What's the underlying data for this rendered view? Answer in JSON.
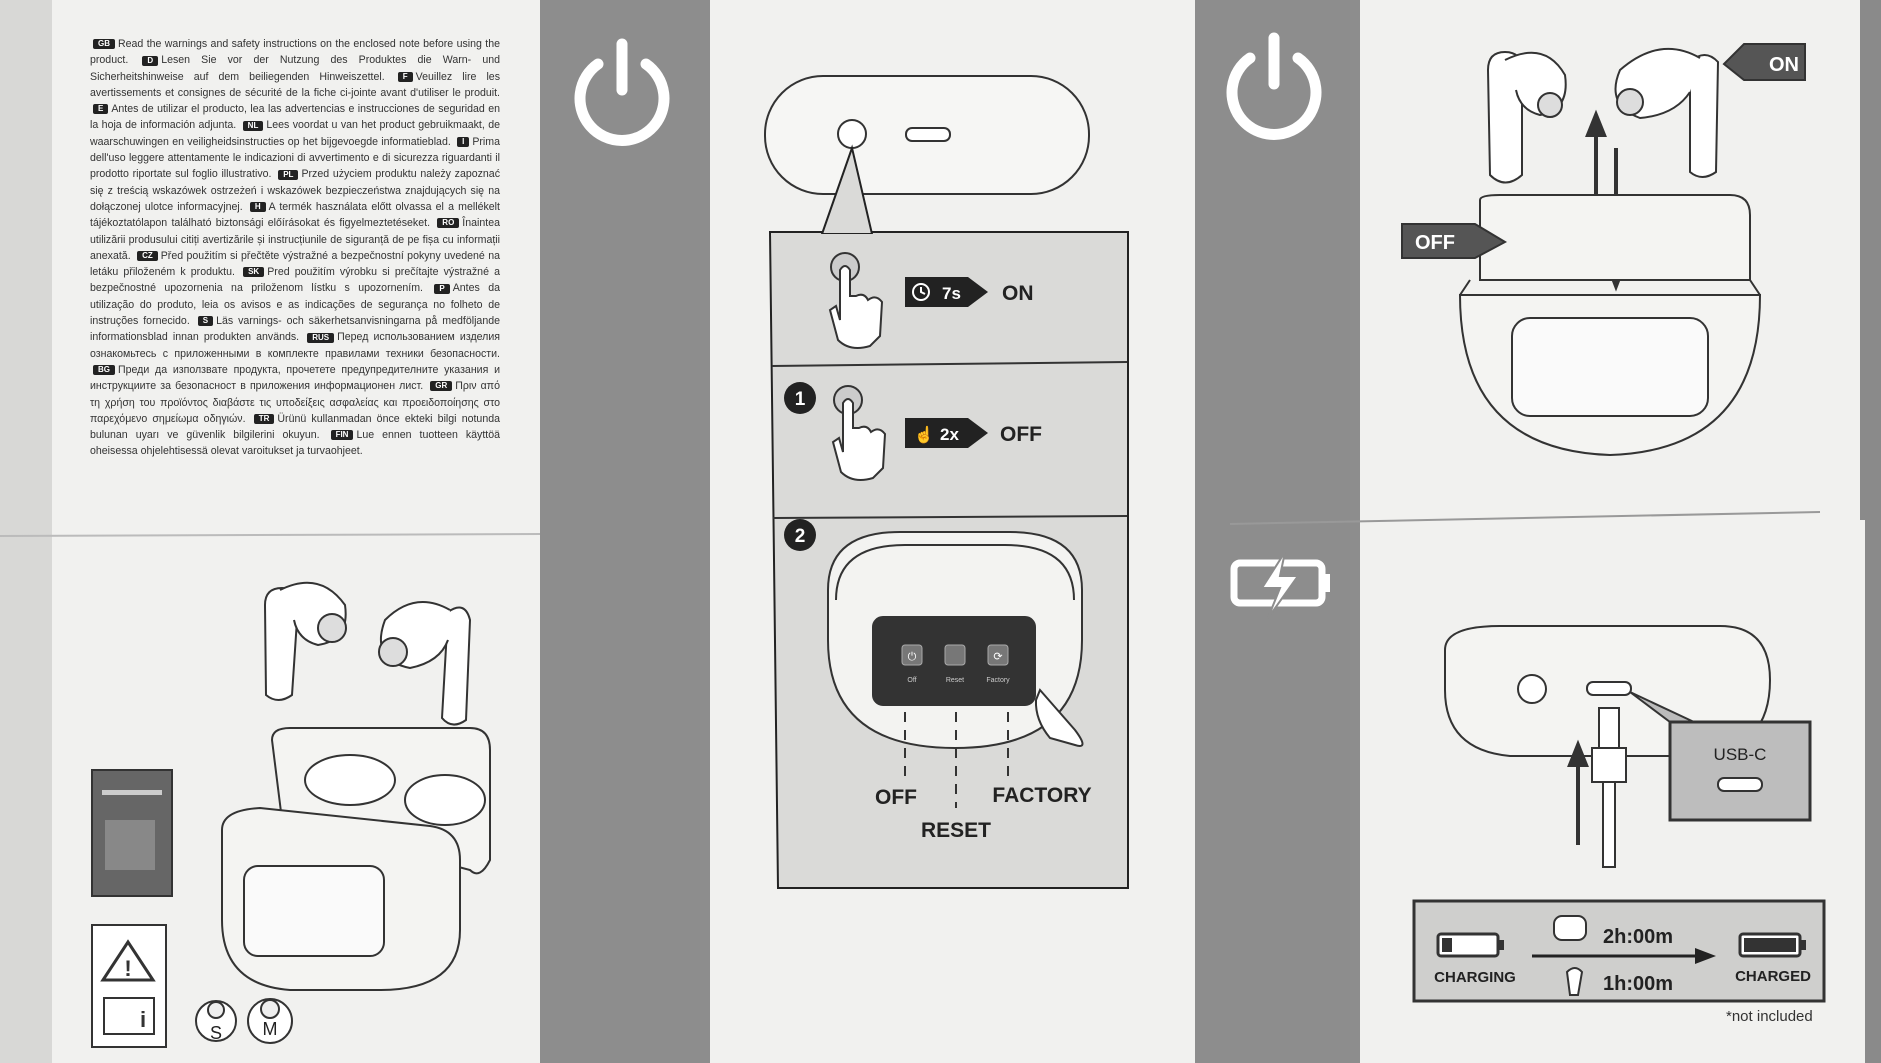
{
  "safety_text": [
    {
      "code": "GB",
      "text": "Read the warnings and safety instructions on the enclosed note before using the product."
    },
    {
      "code": "D",
      "text": "Lesen Sie vor der Nutzung des Produktes die Warn- und Sicherheitshinweise auf dem beiliegenden Hinweiszettel."
    },
    {
      "code": "F",
      "text": "Veuillez lire les avertissements et consignes de sécurité de la fiche ci-jointe avant d'utiliser le produit."
    },
    {
      "code": "E",
      "text": "Antes de utilizar el producto, lea las advertencias e instrucciones de seguridad en la hoja de información adjunta."
    },
    {
      "code": "NL",
      "text": "Lees voordat u van het product gebruikmaakt, de waarschuwingen en veiligheidsinstructies op het bijgevoegde informatieblad."
    },
    {
      "code": "I",
      "text": "Prima dell'uso leggere attentamente le indicazioni di avvertimento e di sicurezza riguardanti il prodotto riportate sul foglio illustrativo."
    },
    {
      "code": "PL",
      "text": "Przed użyciem produktu należy zapoznać się z treścią wskazówek ostrzeżeń i wskazówek bezpieczeństwa znajdujących się na dołączonej ulotce informacyjnej."
    },
    {
      "code": "H",
      "text": "A termék használata előtt olvassa el a mellékelt tájékoztatólapon található biztonsági előírásokat és figyelmeztetéseket."
    },
    {
      "code": "RO",
      "text": "Înaintea utilizării produsului citiți avertizările și instrucțiunile de siguranță de pe fișa cu informații anexată."
    },
    {
      "code": "CZ",
      "text": "Před použitím si přečtěte výstražné a bezpečnostní pokyny uvedené na letáku přiloženém k produktu."
    },
    {
      "code": "SK",
      "text": "Pred použitím výrobku si prečítajte výstražné a bezpečnostné upozornenia na priloženom lístku s upozornením."
    },
    {
      "code": "P",
      "text": "Antes da utilização do produto, leia os avisos e as indicações de segurança no folheto de instruções fornecido."
    },
    {
      "code": "S",
      "text": "Läs varnings- och säkerhetsanvisningarna på medföljande informationsblad innan produkten används."
    },
    {
      "code": "RUS",
      "text": "Перед использованием изделия ознакомьтесь с приложенными в комплекте правилами техники безопасности."
    },
    {
      "code": "BG",
      "text": "Преди да използвате продукта, прочетете предупредителните указания и инструкциите за безопасност в приложения информационен лист."
    },
    {
      "code": "GR",
      "text": "Πριν από τη χρήση του προϊόντος διαβάστε τις υποδείξεις ασφαλείας και προειδοποίησης στο παρεχόμενο σημείωμα οδηγιών."
    },
    {
      "code": "TR",
      "text": "Ürünü kullanmadan önce ekteki bilgi notunda bulunan uyarı ve güvenlik bilgilerini okuyun."
    },
    {
      "code": "FIN",
      "text": "Lue ennen tuotteen käyttöä oheisessa ohjelehtisessä olevat varoitukset ja turvaohjeet."
    }
  ],
  "power_panel": {
    "hold_time": "7s",
    "hold_result": "ON",
    "step1": "1",
    "tap_count": "2x",
    "tap_result": "OFF",
    "step2": "2",
    "case_buttons": [
      "Off",
      "Reset",
      "Factory"
    ],
    "reset_labels": {
      "off": "OFF",
      "reset": "RESET",
      "factory": "FACTORY"
    }
  },
  "earbud_panel": {
    "on_label": "ON",
    "off_label": "OFF"
  },
  "charging_panel": {
    "port_label": "USB-C",
    "charging_label": "CHARGING",
    "charged_label": "CHARGED",
    "case_time": "2h:00m",
    "bud_time": "1h:00m",
    "footnote": "*not included"
  },
  "kit_panel": {
    "tip_small": "S",
    "tip_medium": "M"
  },
  "colors": {
    "paper": "#f1f1ef",
    "band": "#8d8d8d",
    "ink": "#222222",
    "box": "#9a9a9a"
  }
}
